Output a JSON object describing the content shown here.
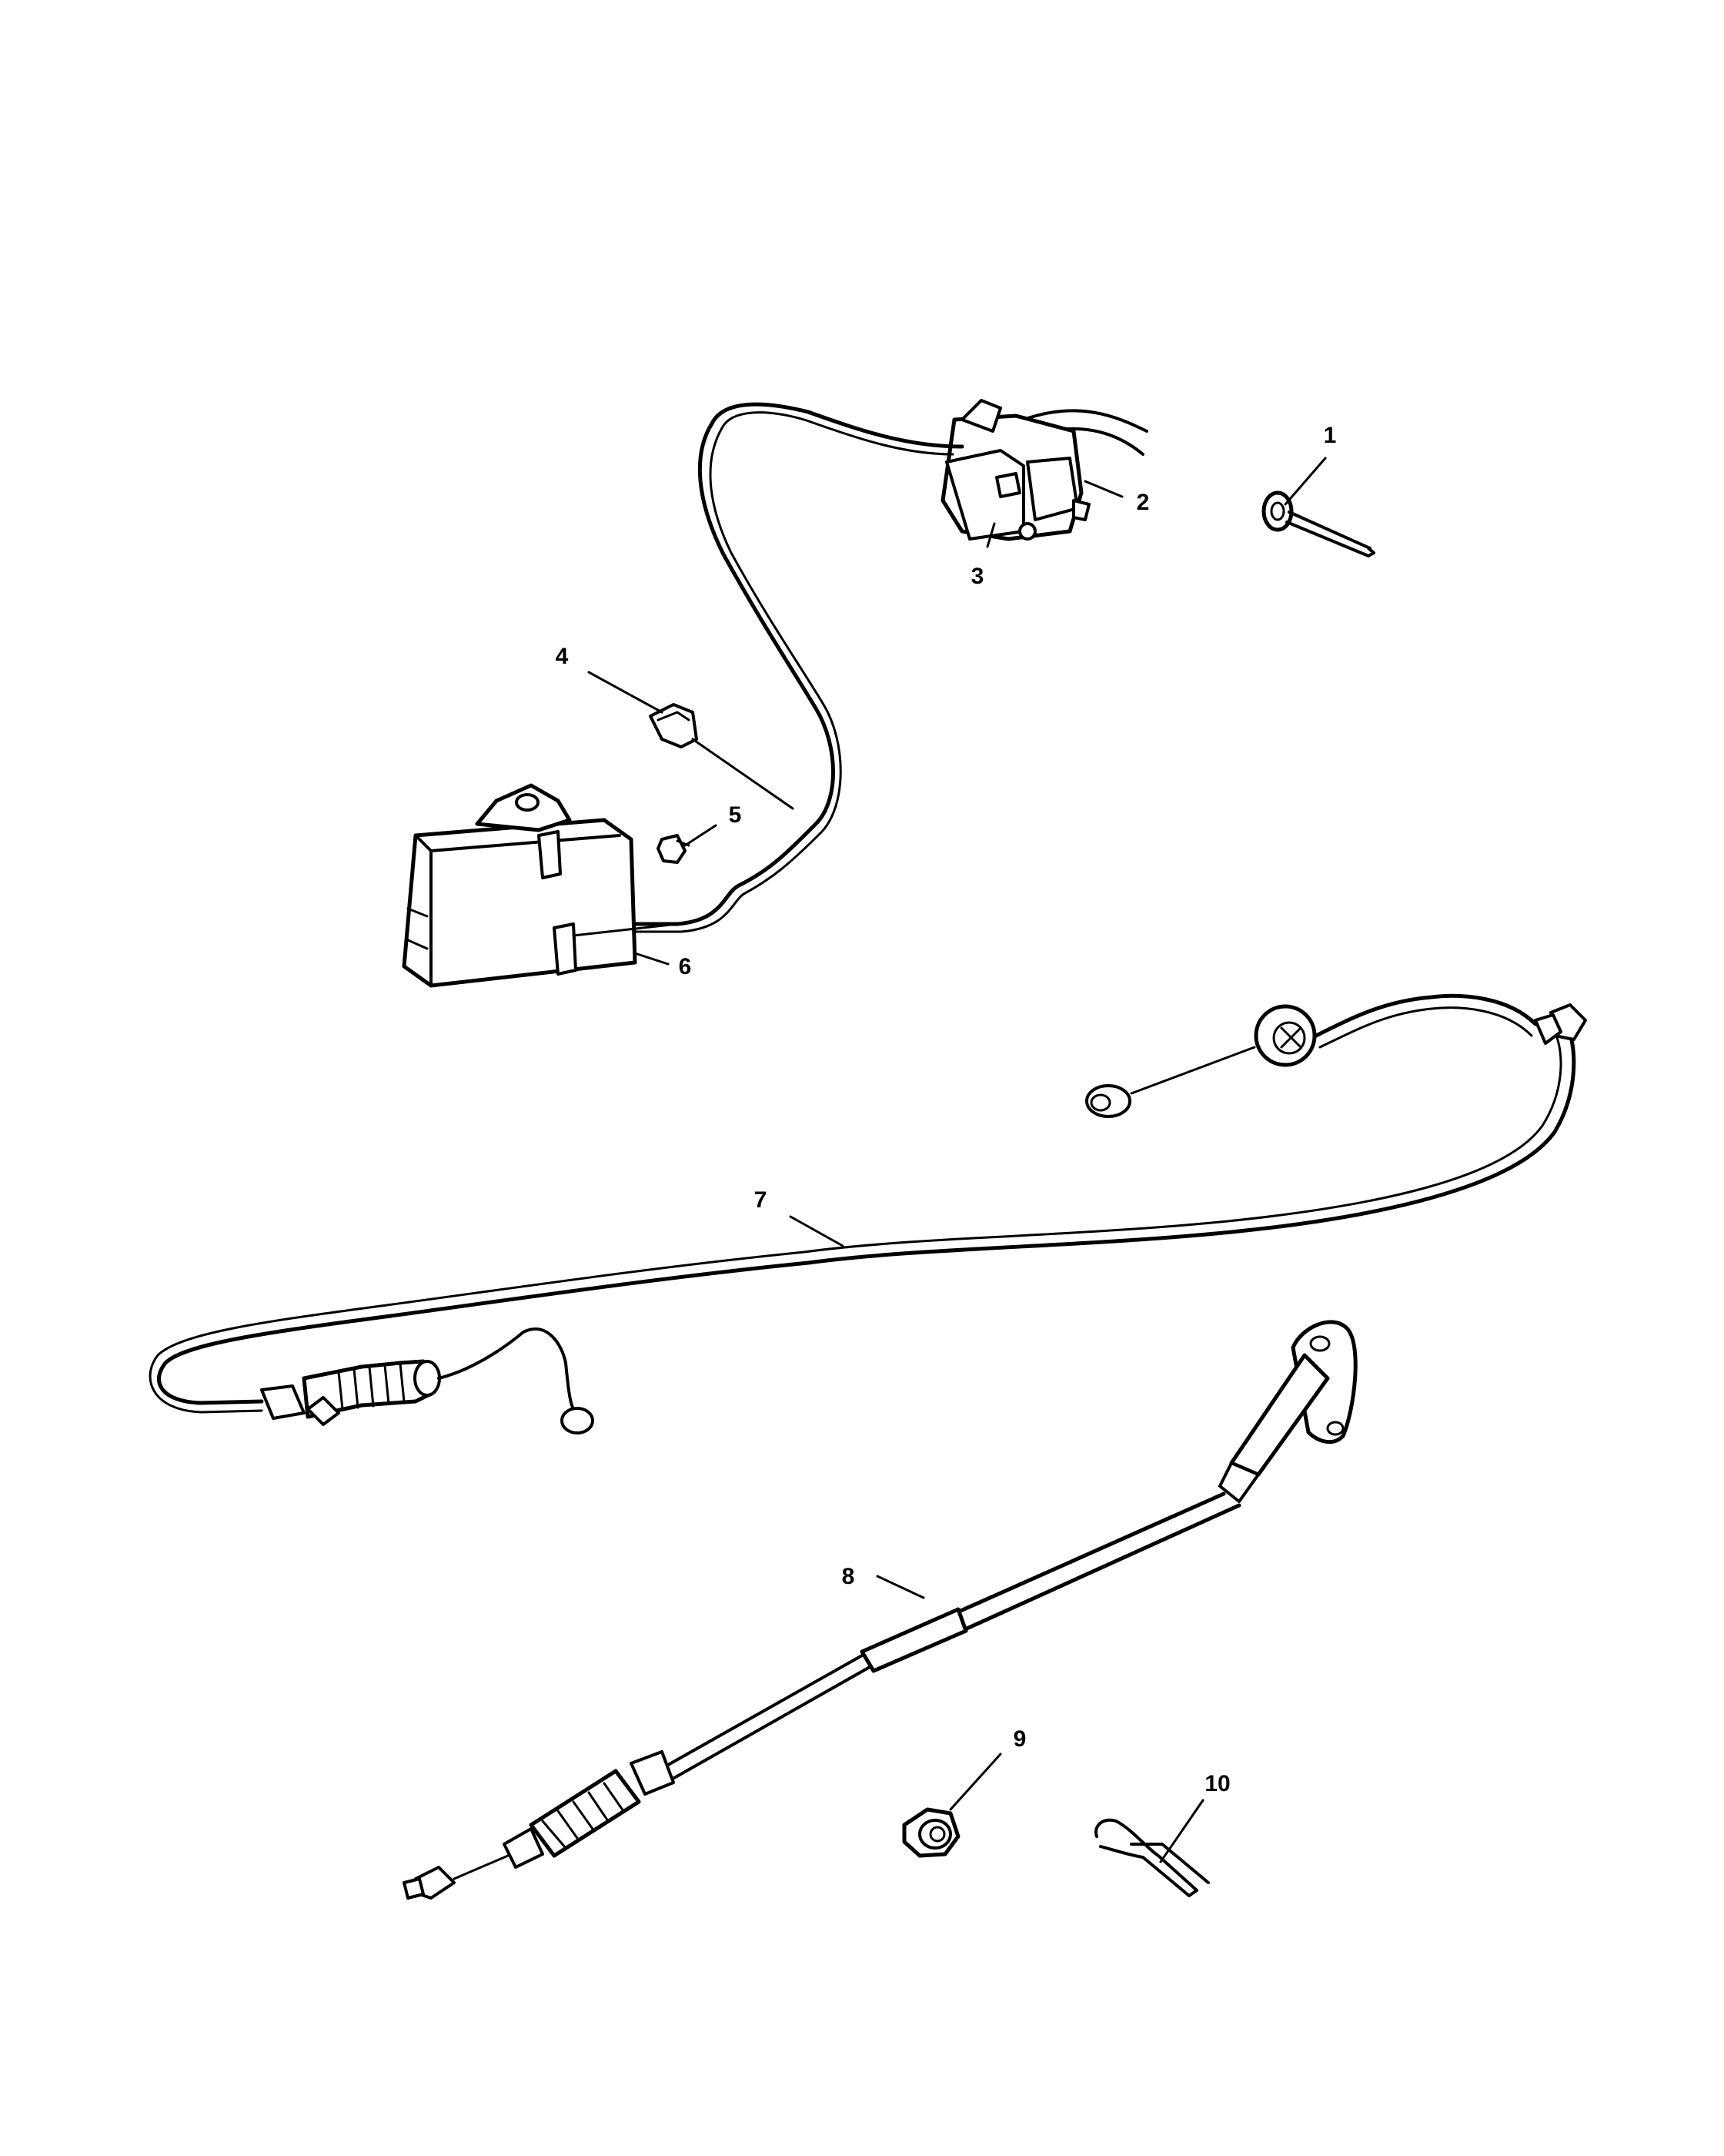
{
  "callouts": [
    {
      "number": "1",
      "part": "pin"
    },
    {
      "number": "2",
      "part": "speed-control-servo"
    },
    {
      "number": "3",
      "part": "servo-connector"
    },
    {
      "number": "4",
      "part": "cable-clip"
    },
    {
      "number": "5",
      "part": "bolt"
    },
    {
      "number": "6",
      "part": "control-module"
    },
    {
      "number": "7",
      "part": "speed-control-cable"
    },
    {
      "number": "8",
      "part": "accelerator-cable"
    },
    {
      "number": "9",
      "part": "nut"
    },
    {
      "number": "10",
      "part": "retaining-clip"
    }
  ],
  "colors": {
    "ink": "#000000",
    "paper": "#ffffff"
  }
}
